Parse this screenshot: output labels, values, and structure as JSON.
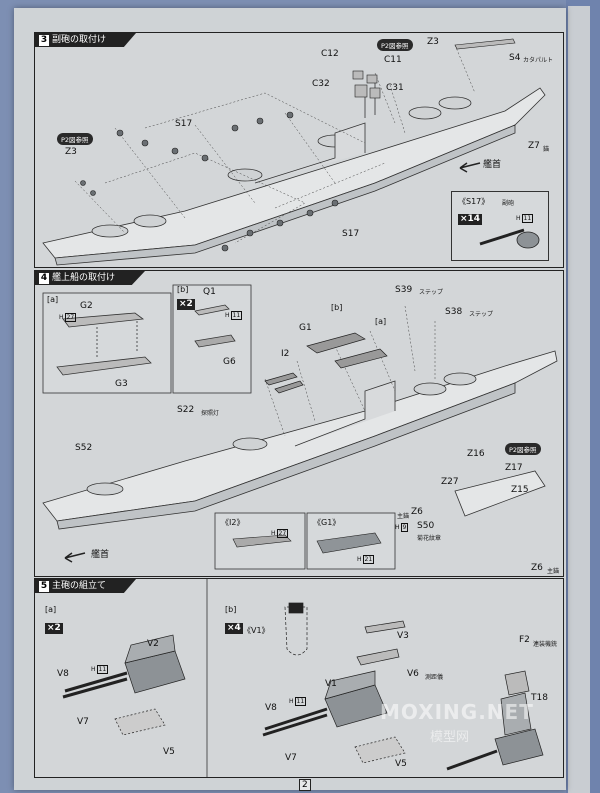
{
  "sections": {
    "s3": {
      "num": "3",
      "title": "副砲の取付け"
    },
    "s4": {
      "num": "4",
      "title": "艦上船の取付け"
    },
    "s5": {
      "num": "5",
      "title": "主砲の組立て"
    }
  },
  "s3": {
    "ref_tag_1": "P2図参照",
    "ref_tag_2": "P2図参照",
    "labels": {
      "Z3a": "Z3",
      "C12": "C12",
      "C11": "C11",
      "C32": "C32",
      "C31": "C31",
      "S4": "S4",
      "S4_jp": "カタパルト",
      "Z7": "Z7",
      "Z7_jp": "錨",
      "S17a": "S17",
      "Z3b": "Z3",
      "S17b": "S17",
      "bow": "艦首"
    },
    "callout": {
      "title": "《S17》",
      "title_jp": "副砲",
      "count": "×14",
      "h_label": "H",
      "h_num": "11"
    }
  },
  "s4": {
    "a": "[a]",
    "b": "[b]",
    "labels": {
      "G2": "G2",
      "G3": "G3",
      "Q1": "Q1",
      "G6": "G6",
      "S39": "S39",
      "S39_jp": "ステップ",
      "S38": "S38",
      "S38_jp": "ステップ",
      "G1": "G1",
      "bm": "[b]",
      "am": "[a]",
      "I2": "I2",
      "S22": "S22",
      "S22_jp": "探照灯",
      "S52": "S52",
      "Z16": "Z16",
      "Z17": "Z17",
      "Z27": "Z27",
      "Z15": "Z15",
      "Z6a": "Z6",
      "Z6a_jp": "主錨",
      "S50": "S50",
      "S50_jp": "菊花紋章",
      "Z6b": "Z6",
      "Z6b_jp": "主錨",
      "stern": "艦首"
    },
    "count_b": "×2",
    "h_G2": "27",
    "h_Q1": "11",
    "h_S50": "9",
    "ref_tag": "P2図参照",
    "callout_I2": {
      "title": "《I2》",
      "h": "27"
    },
    "callout_G1": {
      "title": "《G1》",
      "h": "21"
    }
  },
  "s5": {
    "a": "[a]",
    "b": "[b]",
    "count_a": "×2",
    "count_b": "×4",
    "labels": {
      "V2": "V2",
      "V8": "V8",
      "V7": "V7",
      "V5": "V5",
      "V3": "V3",
      "V6": "V6",
      "V6_jp": "測距儀",
      "V1": "V1",
      "V8b": "V8",
      "V7b": "V7",
      "V5b": "V5",
      "F2": "F2",
      "F2_jp": "連装機銃",
      "T18": "T18",
      "V1c": "《V1》"
    },
    "h_a": "11",
    "h_b": "11"
  },
  "page_number": "2",
  "watermark": {
    "main": "MOXING.NET",
    "sub": "模型网"
  }
}
